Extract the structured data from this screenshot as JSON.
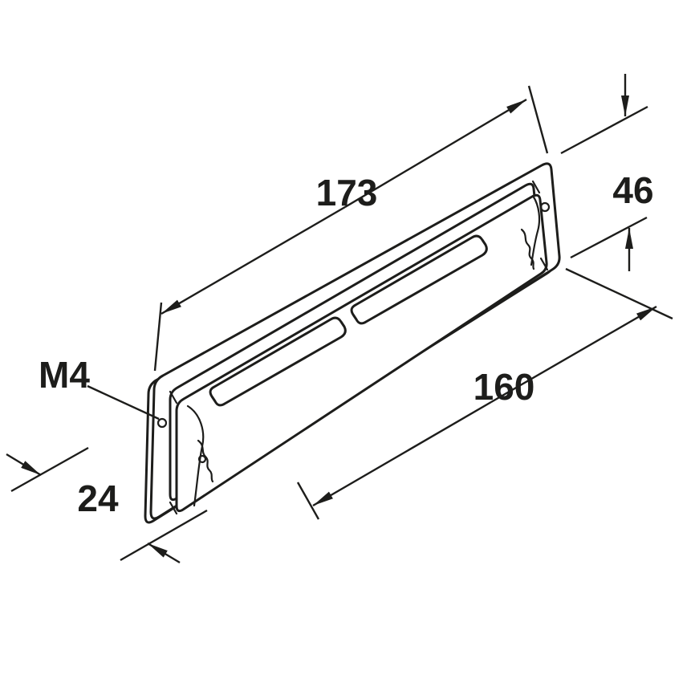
{
  "colors": {
    "ink": "#1d1d1b",
    "background": "#ffffff"
  },
  "drawing": {
    "dimensions": {
      "overall_length": "173",
      "height": "46",
      "inner_length": "160",
      "depth": "24",
      "thread": "M4"
    }
  }
}
